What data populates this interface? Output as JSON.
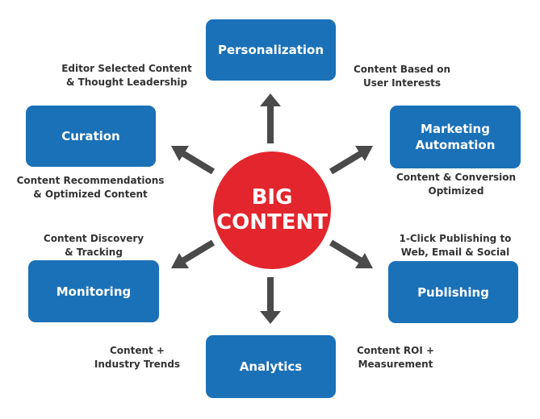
{
  "center": {
    "label": "BIG\nCONTENT"
  },
  "nodes": {
    "personalization": "Personalization",
    "marketing_automation": "Marketing\nAutomation",
    "publishing": "Publishing",
    "analytics": "Analytics",
    "monitoring": "Monitoring",
    "curation": "Curation"
  },
  "notes": {
    "personalization": "Content Based on\nUser Interests",
    "marketing_automation": "Content & Conversion\nOptimized",
    "publishing": "1-Click Publishing to\nWeb, Email & Social",
    "analytics": "Content ROI +\nMeasurement",
    "monitoring_trends": "Content +\nIndustry Trends",
    "monitoring": "Content Discovery\n& Tracking",
    "curation_recs": "Content Recommendations\n& Optimized Content",
    "curation": "Editor Selected Content\n& Thought Leadership"
  },
  "colors": {
    "node": "#1b71b7",
    "center": "#e3262d",
    "arrow": "#4a4a4a",
    "text": "#333333"
  }
}
